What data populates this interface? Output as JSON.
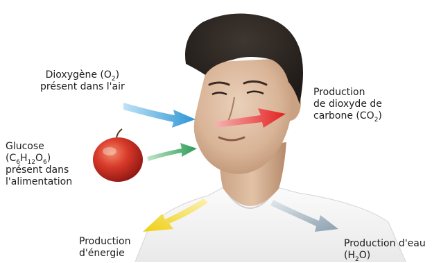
{
  "labels": {
    "oxygen": {
      "line1_pre": "Dioxygène (O",
      "line1_sub": "2",
      "line1_post": ")",
      "line2": "présent dans l'air"
    },
    "glucose": {
      "line1": "Glucose",
      "line2_a": "(C",
      "line2_sub1": "6",
      "line2_b": "H",
      "line2_sub2": "12",
      "line2_c": "O",
      "line2_sub3": "6",
      "line2_d": ")",
      "line3": "présent dans",
      "line4": "l'alimentation"
    },
    "co2": {
      "line1": "Production",
      "line2": "de dioxyde de",
      "line3_pre": "carbone (CO",
      "line3_sub": "2",
      "line3_post": ")"
    },
    "energy": {
      "line1": "Production",
      "line2": "d'énergie"
    },
    "water": {
      "line1": "Production d'eau",
      "line2_pre": "(H",
      "line2_sub": "2",
      "line2_post": "O)"
    }
  },
  "arrow_colors": {
    "oxygen_in": "#3aa6dc",
    "glucose_in": "#2f9a5a",
    "co2_out": "#e8282b",
    "energy_out": "#f0d020",
    "water_out": "#8aa0b0"
  }
}
